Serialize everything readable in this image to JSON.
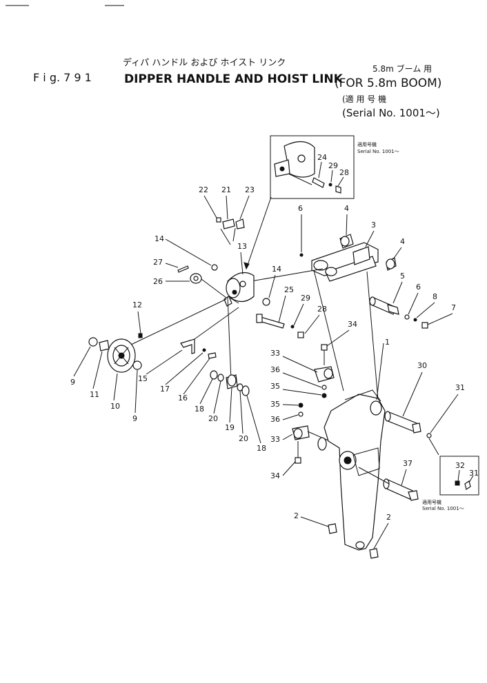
{
  "header": {
    "kana_title": "ディパ ハンドル および ホイスト リンク",
    "kana_boom": "5.8m ブーム 用",
    "fig_label": "F i g. 7 9 1",
    "title_en": "DIPPER HANDLE AND HOIST LINK",
    "boom_en": "(FOR 5.8m BOOM)",
    "serial_kanji": "(適 用 号 機",
    "serial_en": "(Serial No. 1001～)"
  },
  "insets": {
    "top_serial_kanji": "適用号機",
    "top_serial": "Serial No. 1001～",
    "bottom_serial_kanji": "適用号機",
    "bottom_serial": "Serial No. 1001～"
  },
  "callouts": {
    "c24": "24",
    "c29a": "29",
    "c28a": "28",
    "c22": "22",
    "c21": "21",
    "c23": "23",
    "c6a": "6",
    "c4a": "4",
    "c3": "3",
    "c4b": "4",
    "c14a": "14",
    "c13": "13",
    "c27": "27",
    "c14b": "14",
    "c26": "26",
    "c25": "25",
    "c29b": "29",
    "c28b": "28",
    "c5": "5",
    "c6b": "6",
    "c8": "8",
    "c7": "7",
    "c12": "12",
    "c34a": "34",
    "c9a": "9",
    "c11": "11",
    "c10": "10",
    "c9b": "9",
    "c15": "15",
    "c17": "17",
    "c16": "16",
    "c18a": "18",
    "c20a": "20",
    "c19": "19",
    "c20b": "20",
    "c18b": "18",
    "c33a": "33",
    "c36a": "36",
    "c35a": "35",
    "c35b": "35",
    "c36b": "36",
    "c33b": "33",
    "c34b": "34",
    "c1": "1",
    "c30": "30",
    "c31a": "31",
    "c32": "32",
    "c31b": "31",
    "c37": "37",
    "c2a": "2",
    "c2b": "2"
  }
}
